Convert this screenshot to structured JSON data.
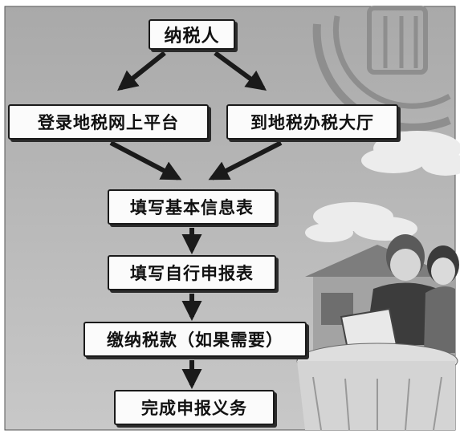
{
  "diagram": {
    "nodes": {
      "taxpayer": "纳税人",
      "online_platform": "登录地税网上平台",
      "tax_hall": "到地税办税大厅",
      "basic_info": "填写基本信息表",
      "self_declaration": "填写自行申报表",
      "payment": "缴纳税款（如果需要）",
      "done": "完成申报义务"
    },
    "edges": [
      [
        "taxpayer",
        "online_platform"
      ],
      [
        "taxpayer",
        "tax_hall"
      ],
      [
        "online_platform",
        "basic_info"
      ],
      [
        "tax_hall",
        "basic_info"
      ],
      [
        "basic_info",
        "self_declaration"
      ],
      [
        "self_declaration",
        "payment"
      ],
      [
        "payment",
        "done"
      ]
    ]
  },
  "illustration": {
    "background_color": "#b9b9b9",
    "elements": [
      "tax-emblem",
      "clouds",
      "house",
      "two-people-at-laptop",
      "table"
    ]
  }
}
